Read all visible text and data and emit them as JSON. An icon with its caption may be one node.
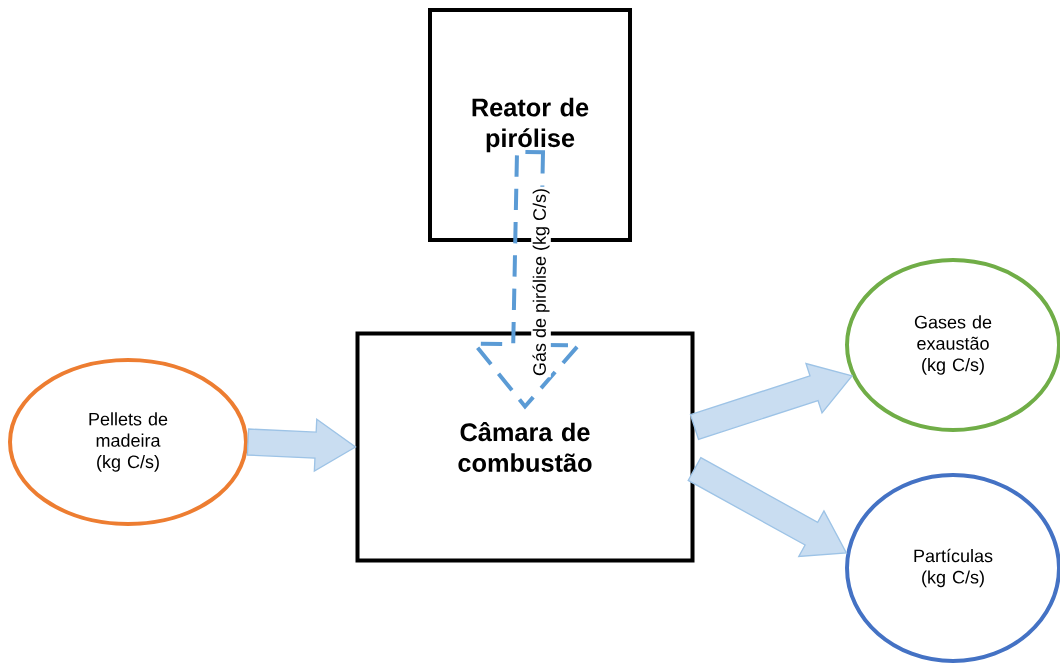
{
  "diagram": {
    "nodes": [
      {
        "text": [
          "Reator de pirólise"
        ]
      },
      {
        "text": [
          "Câmara de combustão"
        ]
      },
      {
        "text": [
          "Pellets de madeira (kg C/s)"
        ]
      },
      {
        "text": [
          "Gases de exaustão (kg C/s)"
        ]
      },
      {
        "text": [
          "Partículas (kg C/s)"
        ]
      }
    ],
    "edges": [
      {
        "from": 0,
        "to": 1,
        "arrow": "to",
        "style": "dashed",
        "color": "#5b9bd5",
        "label": "Gás de pirólise (kg C/s)"
      },
      {
        "from": 2,
        "to": 1,
        "arrow": "to"
      },
      {
        "from": 1,
        "to": 3,
        "arrow": "to"
      },
      {
        "from": 1,
        "to": 4,
        "arrow": "to"
      }
    ]
  }
}
